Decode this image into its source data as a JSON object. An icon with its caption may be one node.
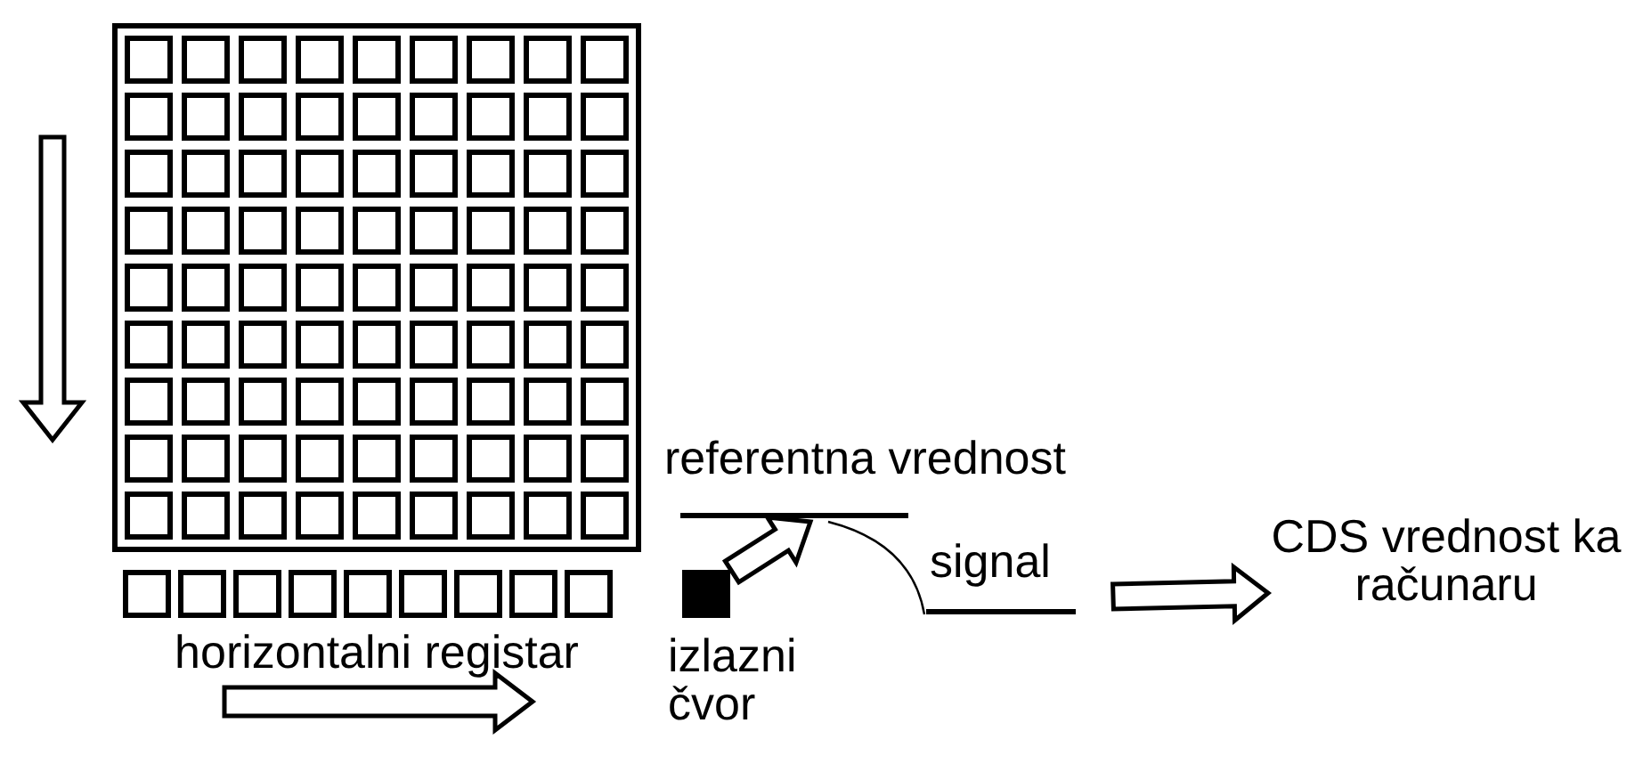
{
  "diagram": {
    "nodes": [
      {
        "text": [],
        "shape": "box"
      },
      {
        "text": [
          "horizontalni registar"
        ]
      },
      {
        "text": [
          "izlazni čvor"
        ]
      },
      {
        "text": [
          "referentna vrednost"
        ]
      },
      {
        "text": [
          "signal"
        ]
      },
      {
        "text": [
          "CDS vrednost ka računaru"
        ]
      }
    ],
    "edges": [
      {
        "from": 2,
        "to": 3,
        "arrow": "to"
      },
      {
        "from": 3,
        "to": 4,
        "arrow": "none"
      },
      {
        "from": 4,
        "to": 5,
        "arrow": "to"
      }
    ]
  }
}
